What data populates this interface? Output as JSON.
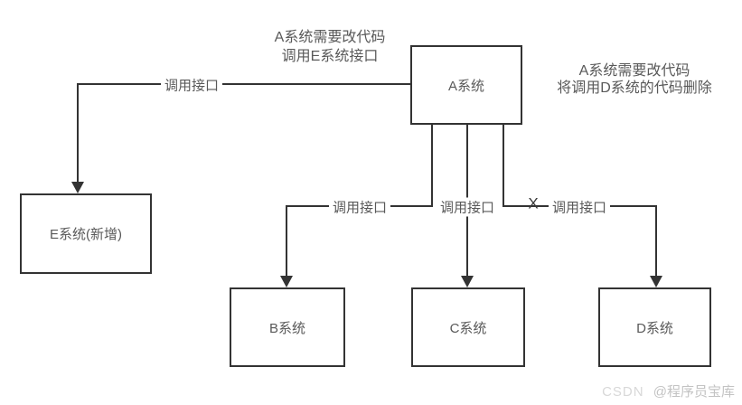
{
  "diagram": {
    "nodes": {
      "a": {
        "label": "A系统"
      },
      "b": {
        "label": "B系统"
      },
      "c": {
        "label": "C系统"
      },
      "d": {
        "label": "D系统"
      },
      "e": {
        "label": "E系统(新增)"
      }
    },
    "edges": {
      "a_to_e": {
        "label": "调用接口"
      },
      "a_to_b": {
        "label": "调用接口"
      },
      "a_to_c": {
        "label": "调用接口"
      },
      "a_to_d": {
        "label": "调用接口",
        "deleted_mark": "X"
      }
    },
    "annotations": {
      "top_left": {
        "line1": "A系统需要改代码",
        "line2": "调用E系统接口"
      },
      "right": {
        "line1": "A系统需要改代码",
        "line2": "将调用D系统的代码删除"
      }
    }
  },
  "watermark": {
    "brand": "CSDN",
    "handle": "@程序员宝库"
  },
  "colors": {
    "line": "#333333",
    "text": "#595959",
    "background": "#ffffff",
    "watermark_brand": "#d8d8d8",
    "watermark_handle": "#c3c3c3"
  }
}
